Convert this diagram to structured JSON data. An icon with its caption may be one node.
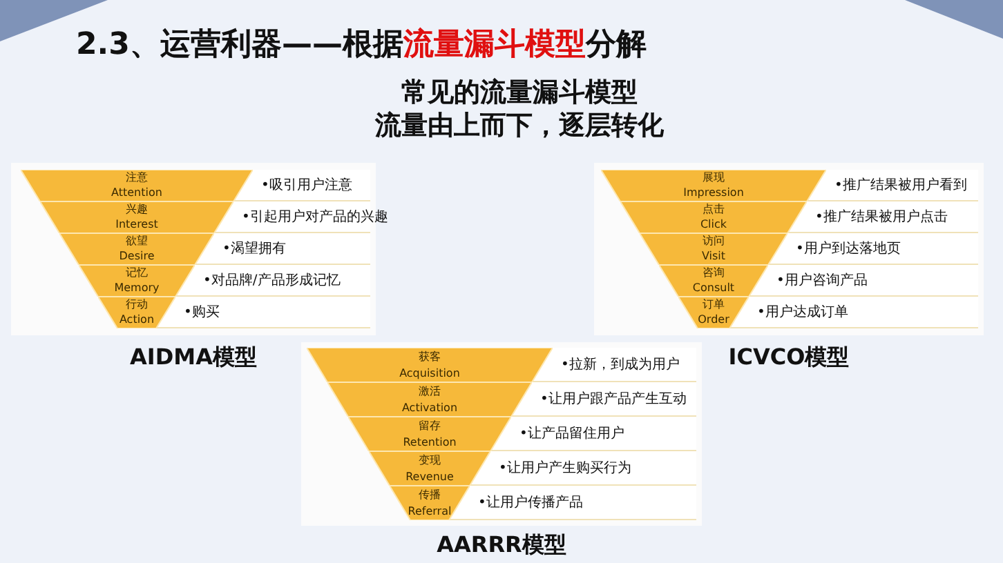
{
  "diagram": {
    "title": "2.3、运营利器——根据**流量漏斗模型**分解",
    "nodes": [
      {
        "text": [
          "AIDMA模型"
        ]
      },
      {
        "text": [
          "注意",
          "Attention"
        ],
        "in": 0
      },
      {
        "text": [
          "•吸引用户注意"
        ],
        "in": 0
      },
      {
        "text": [
          "兴趣",
          "Interest"
        ],
        "in": 0
      },
      {
        "text": [
          "•引起用户对产品的兴趣"
        ],
        "in": 0
      },
      {
        "text": [
          "欲望",
          "Desire"
        ],
        "in": 0
      },
      {
        "text": [
          "•渴望拥有"
        ],
        "in": 0
      },
      {
        "text": [
          "记忆",
          "Memory"
        ],
        "in": 0
      },
      {
        "text": [
          "•对品牌/产品形成记忆"
        ],
        "in": 0
      },
      {
        "text": [
          "行动",
          "Action"
        ],
        "in": 0
      },
      {
        "text": [
          "•购买"
        ],
        "in": 0
      },
      {
        "text": [
          "ICVCO模型"
        ]
      },
      {
        "text": [
          "展现",
          "Impression"
        ],
        "in": 11
      },
      {
        "text": [
          "•推广结果被用户看到"
        ],
        "in": 11
      },
      {
        "text": [
          "点击",
          "Click"
        ],
        "in": 11
      },
      {
        "text": [
          "•推广结果被用户点击"
        ],
        "in": 11
      },
      {
        "text": [
          "访问",
          "Visit"
        ],
        "in": 11
      },
      {
        "text": [
          "•用户到达落地页"
        ],
        "in": 11
      },
      {
        "text": [
          "咨询",
          "Consult"
        ],
        "in": 11
      },
      {
        "text": [
          "•用户咨询产品"
        ],
        "in": 11
      },
      {
        "text": [
          "订单",
          "Order"
        ],
        "in": 11
      },
      {
        "text": [
          "•用户达成订单"
        ],
        "in": 11
      },
      {
        "text": [
          "AARRR模型"
        ]
      },
      {
        "text": [
          "获客",
          "Acquisition"
        ],
        "in": 22
      },
      {
        "text": [
          "•拉新，到成为用户"
        ],
        "in": 22
      },
      {
        "text": [
          "激活",
          "Activation"
        ],
        "in": 22
      },
      {
        "text": [
          "•让用户跟产品产生互动"
        ],
        "in": 22
      },
      {
        "text": [
          "留存",
          "Retention"
        ],
        "in": 22
      },
      {
        "text": [
          "•让产品留住用户"
        ],
        "in": 22
      },
      {
        "text": [
          "变现",
          "Revenue"
        ],
        "in": 22
      },
      {
        "text": [
          "•让用户产生购买行为"
        ],
        "in": 22
      },
      {
        "text": [
          "传播",
          "Referral"
        ],
        "in": 22
      },
      {
        "text": [
          "•让用户传播产品"
        ],
        "in": 22
      }
    ],
    "labels": [
      "常见的流量漏斗模型",
      "流量由上而下，逐层转化"
    ]
  }
}
